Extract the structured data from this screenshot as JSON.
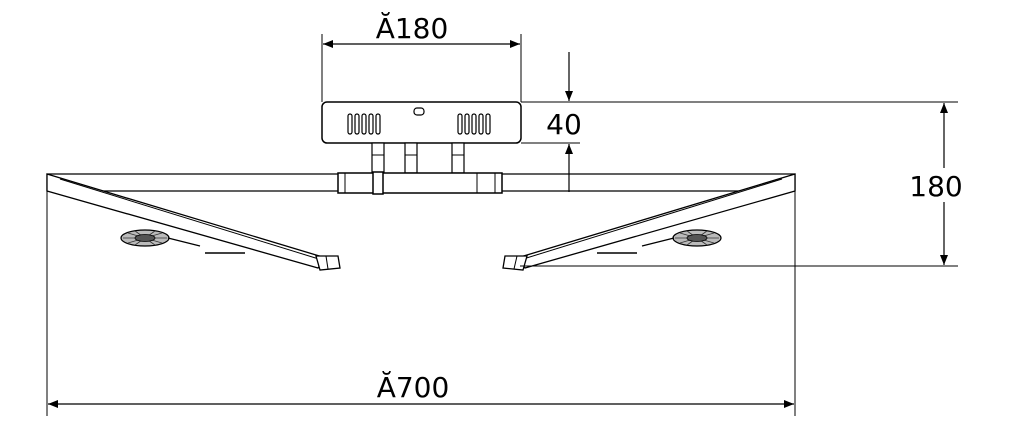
{
  "dimensions": {
    "top_width": "Ă180",
    "base_height": "40",
    "total_height": "180",
    "total_width": "Ă700"
  },
  "colors": {
    "line": "#000000",
    "fill_dark": "#333333",
    "fill_light": "#dddddd",
    "background": "#ffffff"
  }
}
